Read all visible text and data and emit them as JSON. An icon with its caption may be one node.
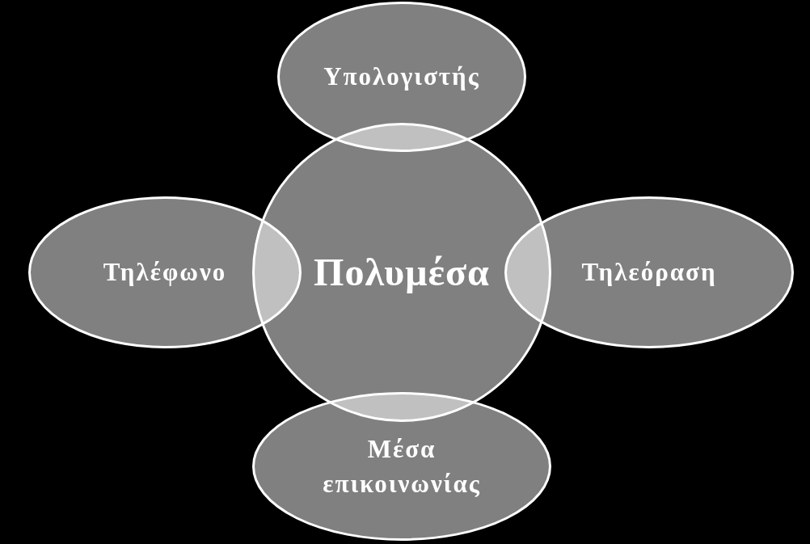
{
  "diagram": {
    "nodes": [
      {
        "text": [
          "Υπολογιστής"
        ]
      },
      {
        "text": [
          "Τηλέφωνο"
        ]
      },
      {
        "text": [
          "Πολυμέσα"
        ]
      },
      {
        "text": [
          "Τηλεόραση"
        ]
      },
      {
        "text": [
          "Μέσα επικοινωνίας"
        ]
      }
    ]
  }
}
